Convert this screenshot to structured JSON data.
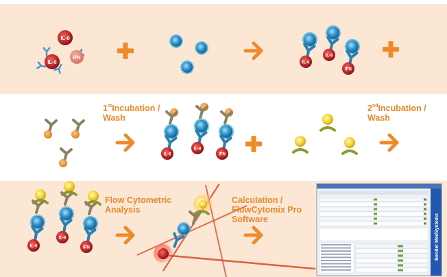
{
  "colors": {
    "panel_peach": "#fbe7d4",
    "panel_white": "#ffffff",
    "accent_orange": "#ee8a2a",
    "analyte_red": "#c2292b",
    "bead_blue": "#2f8fc6",
    "detection_yellow": "#f2d22e",
    "antibody_olive": "#8e9a2d",
    "laser_red": "#d94a2a",
    "software_panel_blue": "#2358b0"
  },
  "analytes": {
    "first": "IL-6",
    "second": "IL-8",
    "third": "IFN"
  },
  "steps": {
    "incubation1": {
      "ordinal": "1",
      "suffix": "st",
      "line1_rest": "Incubation /",
      "line2": "Wash"
    },
    "incubation2": {
      "ordinal": "2",
      "suffix": "nd",
      "line1_rest": "Incubation /",
      "line2": "Wash"
    },
    "analysis": {
      "line1": "Flow Cytometric",
      "line2": "Analysis"
    },
    "calculation": {
      "line1": "Calculation /",
      "line2": "FlowCytomix Pro",
      "line3": "Software"
    }
  },
  "software": {
    "sidebar_label": "Bender MedSystems"
  },
  "icons": [
    "plus-icon",
    "arrow-right-icon"
  ]
}
